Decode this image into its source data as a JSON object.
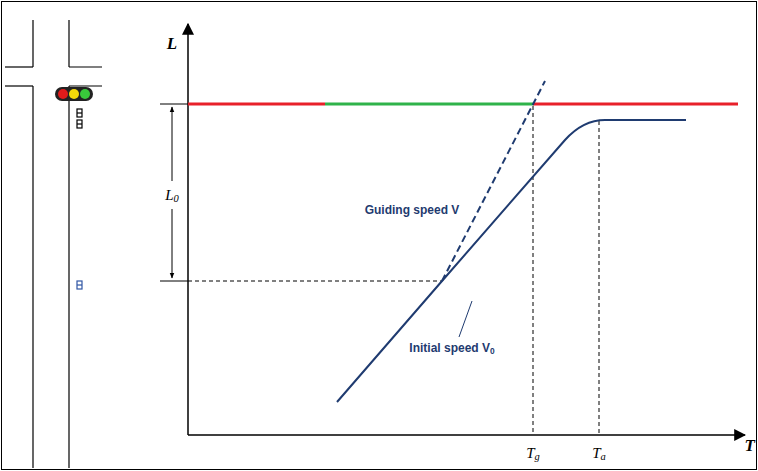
{
  "diagram": {
    "labels": [
      "L",
      "T",
      "L0",
      "Guiding speed V",
      "Initial speed V0",
      "Tg",
      "Ta"
    ]
  }
}
